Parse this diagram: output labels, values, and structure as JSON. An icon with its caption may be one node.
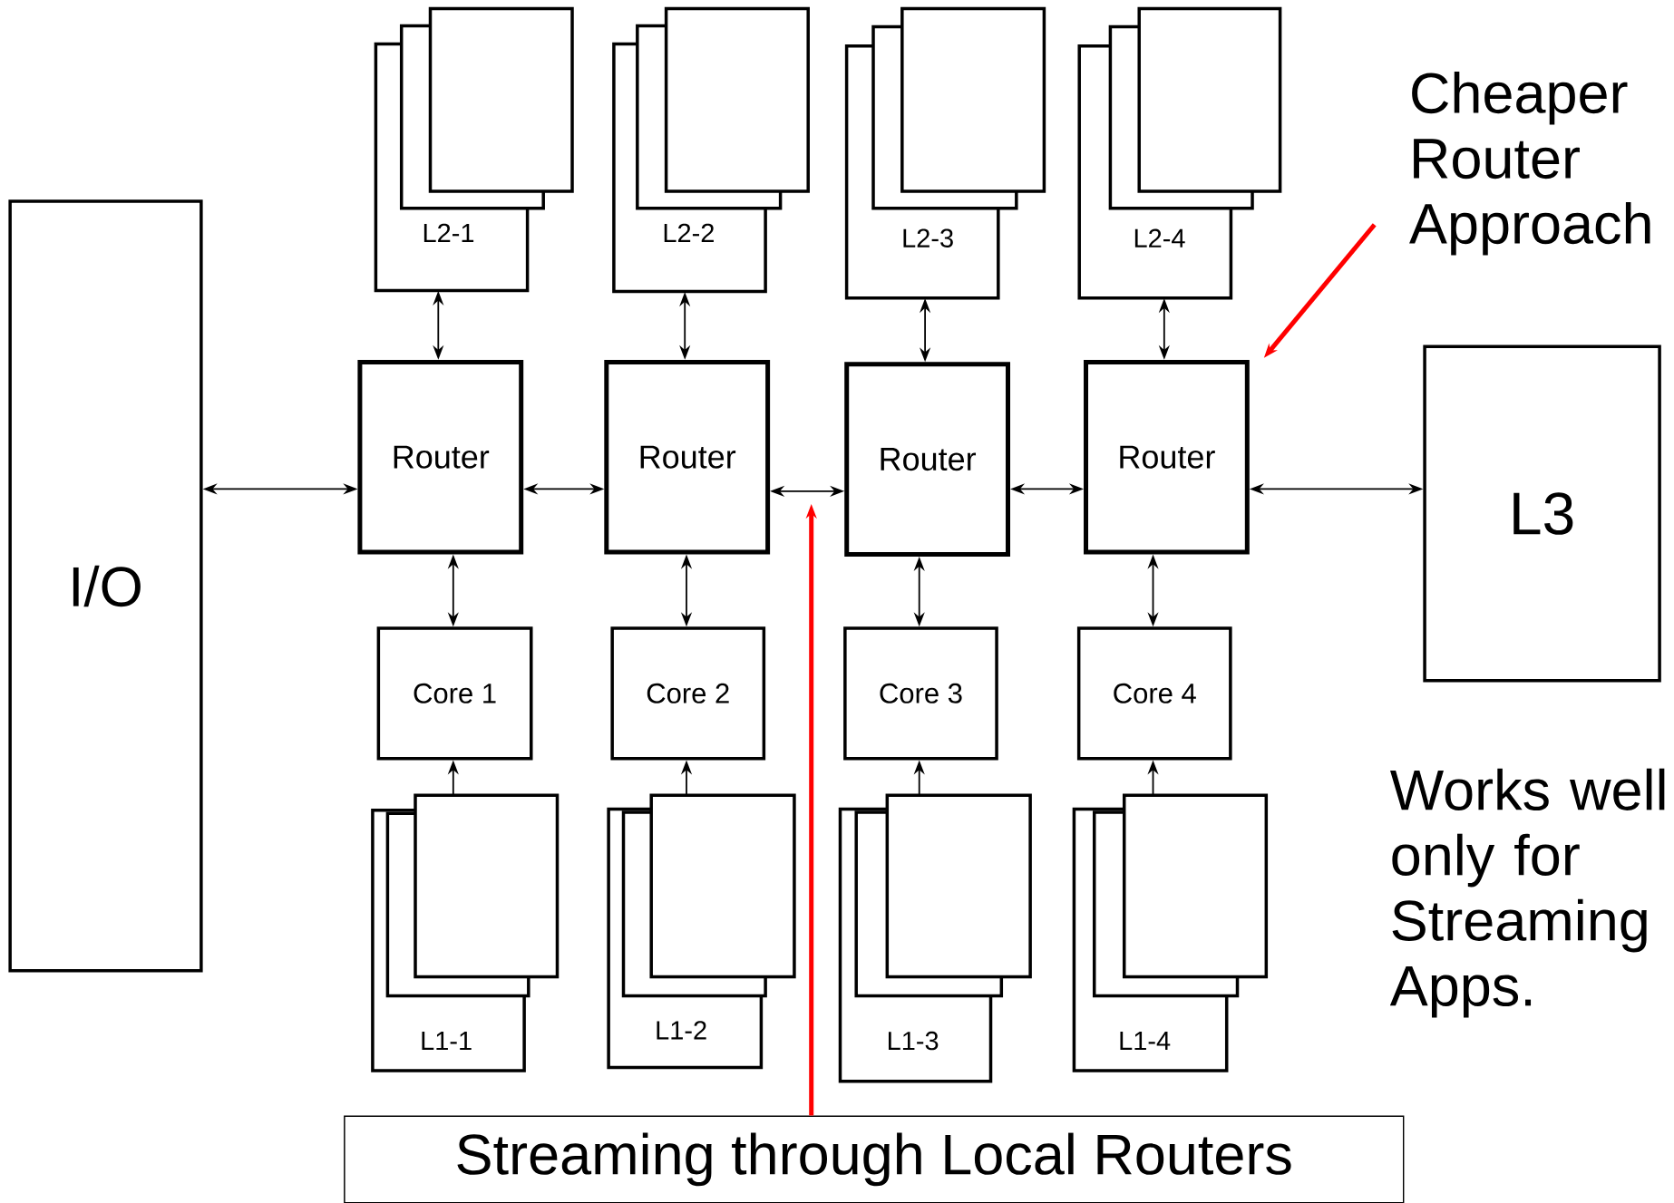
{
  "diagram": {
    "nodes": [
      {
        "text": [
          "L2-1"
        ]
      },
      {
        "text": [
          "L2-2"
        ]
      },
      {
        "text": [
          "L2-3"
        ]
      },
      {
        "text": [
          "L2-4"
        ]
      },
      {
        "text": [
          "Cheaper Router Approach"
        ]
      },
      {
        "text": [
          "I/O"
        ]
      },
      {
        "text": [
          "Router"
        ]
      },
      {
        "text": [
          "Router"
        ]
      },
      {
        "text": [
          "Router"
        ]
      },
      {
        "text": [
          "Router"
        ]
      },
      {
        "text": [
          "L3"
        ]
      },
      {
        "text": [
          "Core 1"
        ]
      },
      {
        "text": [
          "Core 2"
        ]
      },
      {
        "text": [
          "Core 3"
        ]
      },
      {
        "text": [
          "Core 4"
        ]
      },
      {
        "text": [
          "L1-1"
        ]
      },
      {
        "text": [
          "L1-2"
        ]
      },
      {
        "text": [
          "L1-3"
        ]
      },
      {
        "text": [
          "L1-4"
        ]
      },
      {
        "text": [
          "Streaming through Local Routers"
        ]
      }
    ],
    "edges": [
      {
        "from": 5,
        "to": 6,
        "arrow": "both"
      },
      {
        "from": 6,
        "to": 7,
        "arrow": "both"
      },
      {
        "from": 7,
        "to": 8,
        "arrow": "both"
      },
      {
        "from": 8,
        "to": 9,
        "arrow": "both"
      },
      {
        "from": 9,
        "to": 10,
        "arrow": "both"
      },
      {
        "from": 0,
        "to": 6,
        "arrow": "both"
      },
      {
        "from": 1,
        "to": 7,
        "arrow": "both"
      },
      {
        "from": 2,
        "to": 8,
        "arrow": "both"
      },
      {
        "from": 3,
        "to": 9,
        "arrow": "both"
      },
      {
        "from": 6,
        "to": 11,
        "arrow": "both"
      },
      {
        "from": 7,
        "to": 12,
        "arrow": "both"
      },
      {
        "from": 8,
        "to": 13,
        "arrow": "both"
      },
      {
        "from": 9,
        "to": 14,
        "arrow": "both"
      },
      {
        "from": 15,
        "to": 11,
        "arrow": "to"
      },
      {
        "from": 16,
        "to": 12,
        "arrow": "to"
      },
      {
        "from": 17,
        "to": 13,
        "arrow": "to"
      },
      {
        "from": 18,
        "to": 14,
        "arrow": "to"
      },
      {
        "from": 4,
        "to": 9,
        "arrow": "to",
        "style": "thick",
        "color": "#ff0000"
      },
      {
        "from": 19,
        "to": null,
        "arrow": "to",
        "style": "thick",
        "color": "#ff0000"
      }
    ],
    "labels": [
      "Works well only for Streaming Apps."
    ]
  }
}
